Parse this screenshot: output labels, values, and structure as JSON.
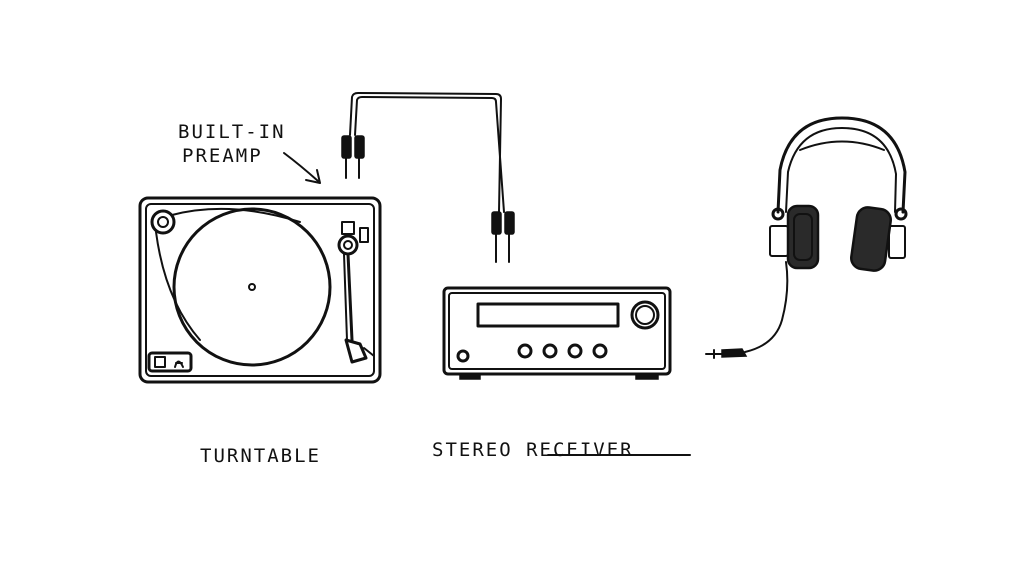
{
  "annotation": {
    "line1": "BUILT-IN",
    "line2": "PREAMP"
  },
  "labels": {
    "turntable": "TURNTABLE",
    "receiver": "STEREO RECEIVER"
  },
  "colors": {
    "ink": "#111111",
    "background": "#ffffff"
  }
}
